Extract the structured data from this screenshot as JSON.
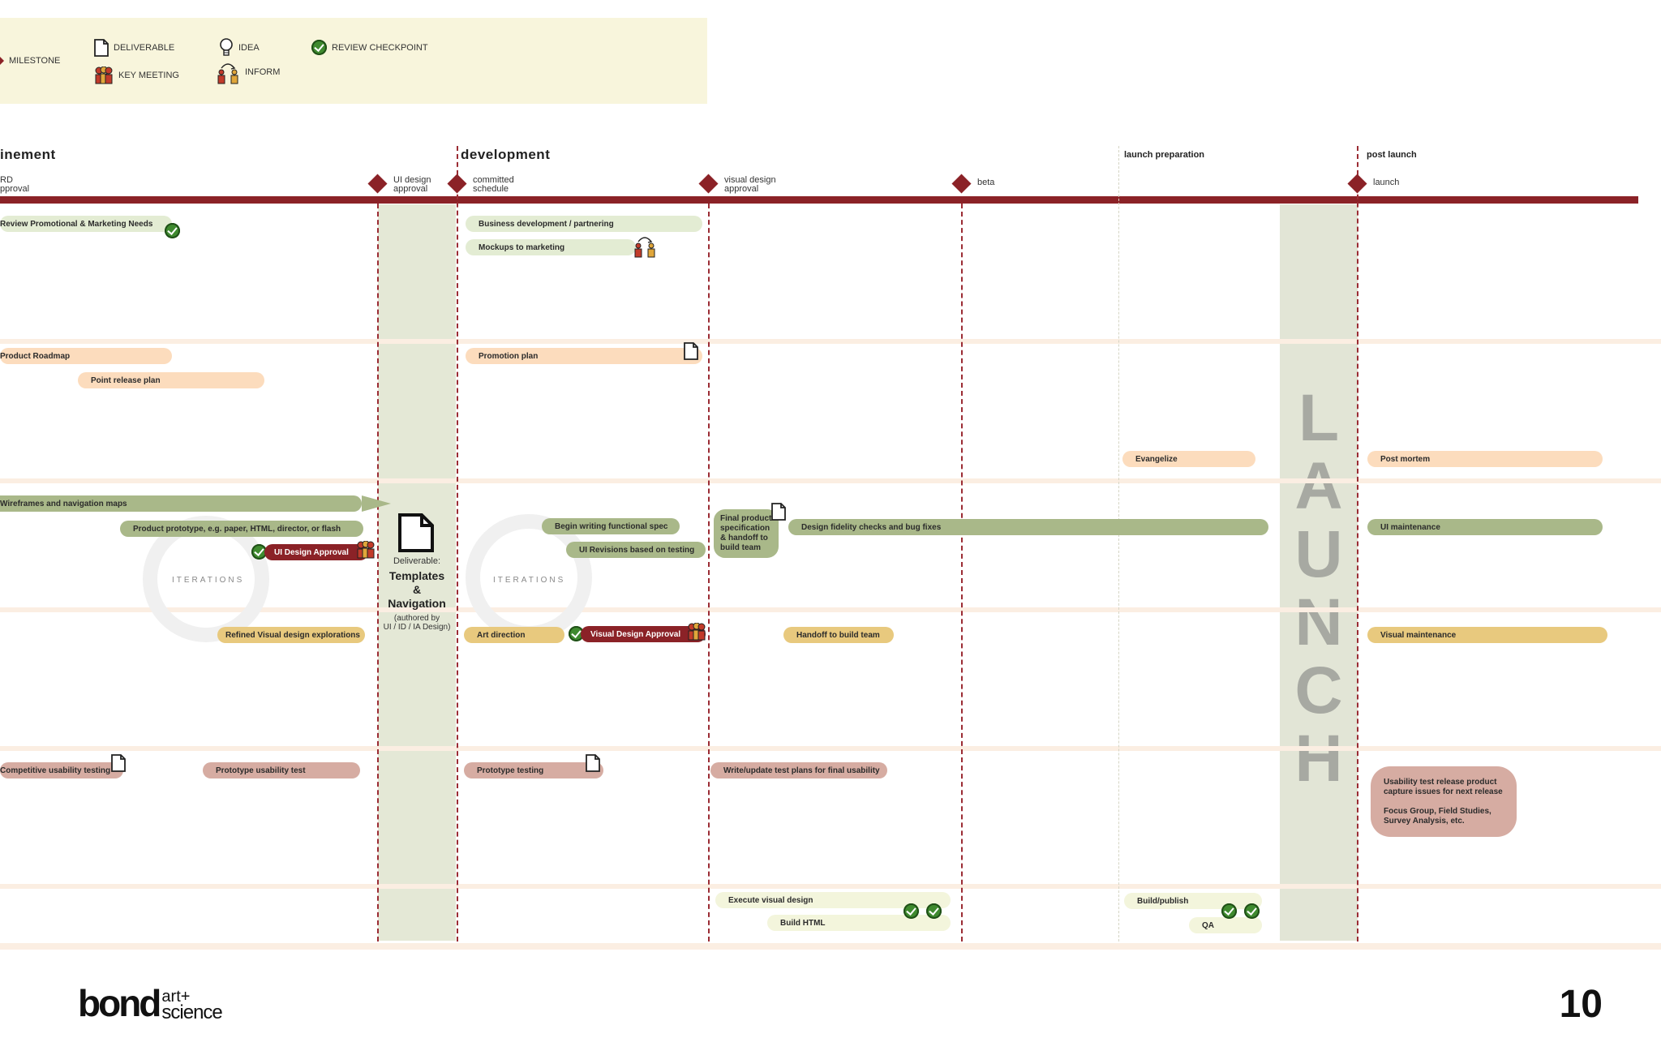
{
  "legend": {
    "milestone": "MILESTONE",
    "deliverable": "DELIVERABLE",
    "key_meeting": "KEY MEETING",
    "idea": "IDEA",
    "inform": "INFORM",
    "review_checkpoint": "REVIEW CHECKPOINT"
  },
  "phases": {
    "refinement": "inement",
    "development": "development",
    "launch_preparation": "launch preparation",
    "post_launch": "post launch"
  },
  "milestones": {
    "m0": "RD\npproval",
    "m1": "UI design\napproval",
    "m2": "committed\nschedule",
    "m3": "visual design\napproval",
    "m4": "beta",
    "m5": "launch"
  },
  "tasks": {
    "review_promo": "Review Promotional & Marketing Needs",
    "biz_dev": "Business development / partnering",
    "mockups": "Mockups to marketing",
    "roadmap": "Product Roadmap",
    "point_release": "Point release plan",
    "promo_plan": "Promotion plan",
    "evangelize": "Evangelize",
    "post_mortem": "Post mortem",
    "wireframes": "Wireframes and navigation maps",
    "prototype": "Product prototype, e.g. paper, HTML, director, or flash",
    "ui_approval": "UI Design Approval",
    "begin_spec": "Begin writing functional spec",
    "ui_revisions": "UI Revisions based on testing",
    "final_spec": "Final product specification & handoff to build team",
    "fidelity": "Design fidelity checks and bug fixes",
    "ui_maint": "UI maintenance",
    "refined_visual": "Refined Visual design explorations",
    "art_direction": "Art direction",
    "visual_approval": "Visual Design Approval",
    "handoff": "Handoff to build team",
    "visual_maint": "Visual maintenance",
    "comp_usability": "Competitive usability testing",
    "proto_usability": "Prototype usability test",
    "proto_testing": "Prototype testing",
    "test_plans": "Write/update test plans for final usability",
    "usability_release_1": "Usability test release product capture issues for next release",
    "usability_release_2": "Focus Group, Field Studies, Survey Analysis, etc.",
    "execute_visual": "Execute visual design",
    "build_html": "Build HTML",
    "build_publish": "Build/publish",
    "qa": "QA"
  },
  "iterations_label": "ITERATIONS",
  "deliverable_block": {
    "label": "Deliverable:",
    "title": "Templates\n&\nNavigation",
    "note": "(authored by\nUI / ID / IA Design)"
  },
  "launch_word": "LAUNCH",
  "footer": {
    "logo_main": "bond",
    "logo_top": "art+",
    "logo_bottom": "science",
    "page_number": "10"
  },
  "colors": {
    "milestone": "#8b2227",
    "light_green": "#e3ecd3",
    "olive": "#a9b889",
    "peach": "#fcdcbd",
    "gold": "#e8c97e",
    "rose": "#d6aca2",
    "check": "#3f8a2f"
  }
}
